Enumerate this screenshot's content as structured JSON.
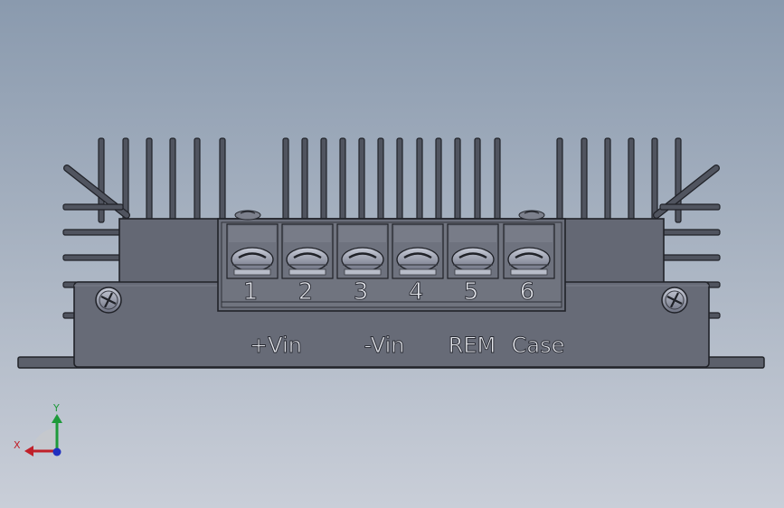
{
  "terminals": [
    {
      "number": "1"
    },
    {
      "number": "2"
    },
    {
      "number": "3"
    },
    {
      "number": "4"
    },
    {
      "number": "5"
    },
    {
      "number": "6"
    }
  ],
  "function_labels": {
    "vin_pos": "+Vin",
    "vin_neg": "-Vin",
    "rem": "REM",
    "case": "Case"
  },
  "triad": {
    "x_label": "X",
    "y_label": "Y",
    "x_color": "#c0202a",
    "y_color": "#1e9a3a",
    "z_color": "#2030c0"
  },
  "colors": {
    "body": "#646874",
    "fin": "#50545f",
    "outline": "#202228",
    "screw": "#8c90a0"
  }
}
